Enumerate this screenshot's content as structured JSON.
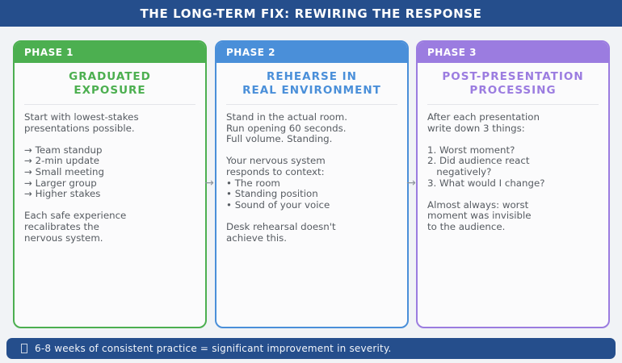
{
  "header": {
    "title": "THE LONG-TERM FIX: REWIRING THE RESPONSE",
    "bg_color": "#254E8C",
    "text_color": "#ffffff"
  },
  "cards": [
    {
      "phase_label": "PHASE 1",
      "title": "GRADUATED\nEXPOSURE",
      "body": "Start with lowest-stakes\npresentations possible.\n\n→ Team standup\n→ 2-min update\n→ Small meeting\n→ Larger group\n→ Higher stakes\n\nEach safe experience\nrecalibrates the\nnervous system.",
      "accent": "#4CAF50"
    },
    {
      "phase_label": "PHASE 2",
      "title": "REHEARSE IN\nREAL ENVIRONMENT",
      "body": "Stand in the actual room.\nRun opening 60 seconds.\nFull volume. Standing.\n\nYour nervous system\nresponds to context:\n• The room\n• Standing position\n• Sound of your voice\n\nDesk rehearsal doesn't\nachieve this.",
      "accent": "#4A8FD9"
    },
    {
      "phase_label": "PHASE 3",
      "title": "POST-PRESENTATION\nPROCESSING",
      "body": "After each presentation\nwrite down 3 things:\n\n1. Worst moment?\n2. Did audience react\n   negatively?\n3. What would I change?\n\nAlmost always: worst\nmoment was invisible\nto the audience.",
      "accent": "#9B7CE0"
    }
  ],
  "connectors": {
    "arrow_glyph": "→",
    "color": "#8d939b"
  },
  "footer": {
    "icon": "missing-glyph-box",
    "text": "6-8 weeks of consistent practice = significant improvement in severity.",
    "bg_color": "#254E8C"
  }
}
